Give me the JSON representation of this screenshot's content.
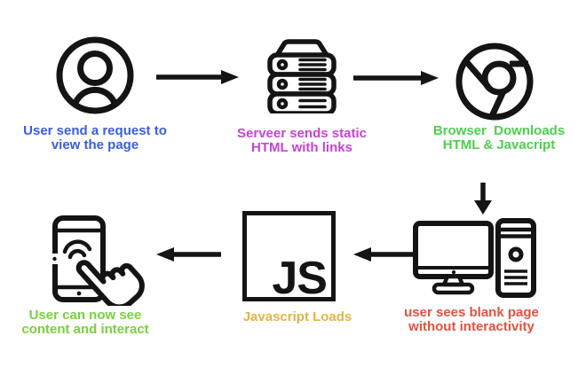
{
  "diagram": {
    "background": "#ffffff",
    "icon_color": "#141414",
    "steps": [
      {
        "name": "user-request",
        "icon": "user-icon",
        "label": "User send a request to\nview the page",
        "color": "#3b5ce0"
      },
      {
        "name": "server-response",
        "icon": "server-icon",
        "label": "Serveer sends static\nHTML with links",
        "color": "#c643d6"
      },
      {
        "name": "browser-download",
        "icon": "chrome-browser-icon",
        "label": "Browser  Downloads\nHTML & Javacript",
        "color": "#4dd04d"
      },
      {
        "name": "blank-page",
        "icon": "desktop-computer-icon",
        "label": "user sees blank page\nwithout interactivity",
        "color": "#e25140"
      },
      {
        "name": "javascript-loads",
        "icon": "js-logo-icon",
        "label": "Javascript Loads",
        "color": "#e2b441"
      },
      {
        "name": "interactive-page",
        "icon": "phone-touch-icon",
        "label": "User can now see\ncontent and interact",
        "color": "#77d13c"
      }
    ],
    "js_logo_text": "JS",
    "connectors": [
      {
        "name": "arrow-user-to-server",
        "direction": "right"
      },
      {
        "name": "arrow-server-to-browser",
        "direction": "right"
      },
      {
        "name": "arrow-browser-to-computer",
        "direction": "down"
      },
      {
        "name": "arrow-computer-to-js",
        "direction": "left"
      },
      {
        "name": "arrow-js-to-phone",
        "direction": "left"
      }
    ]
  }
}
